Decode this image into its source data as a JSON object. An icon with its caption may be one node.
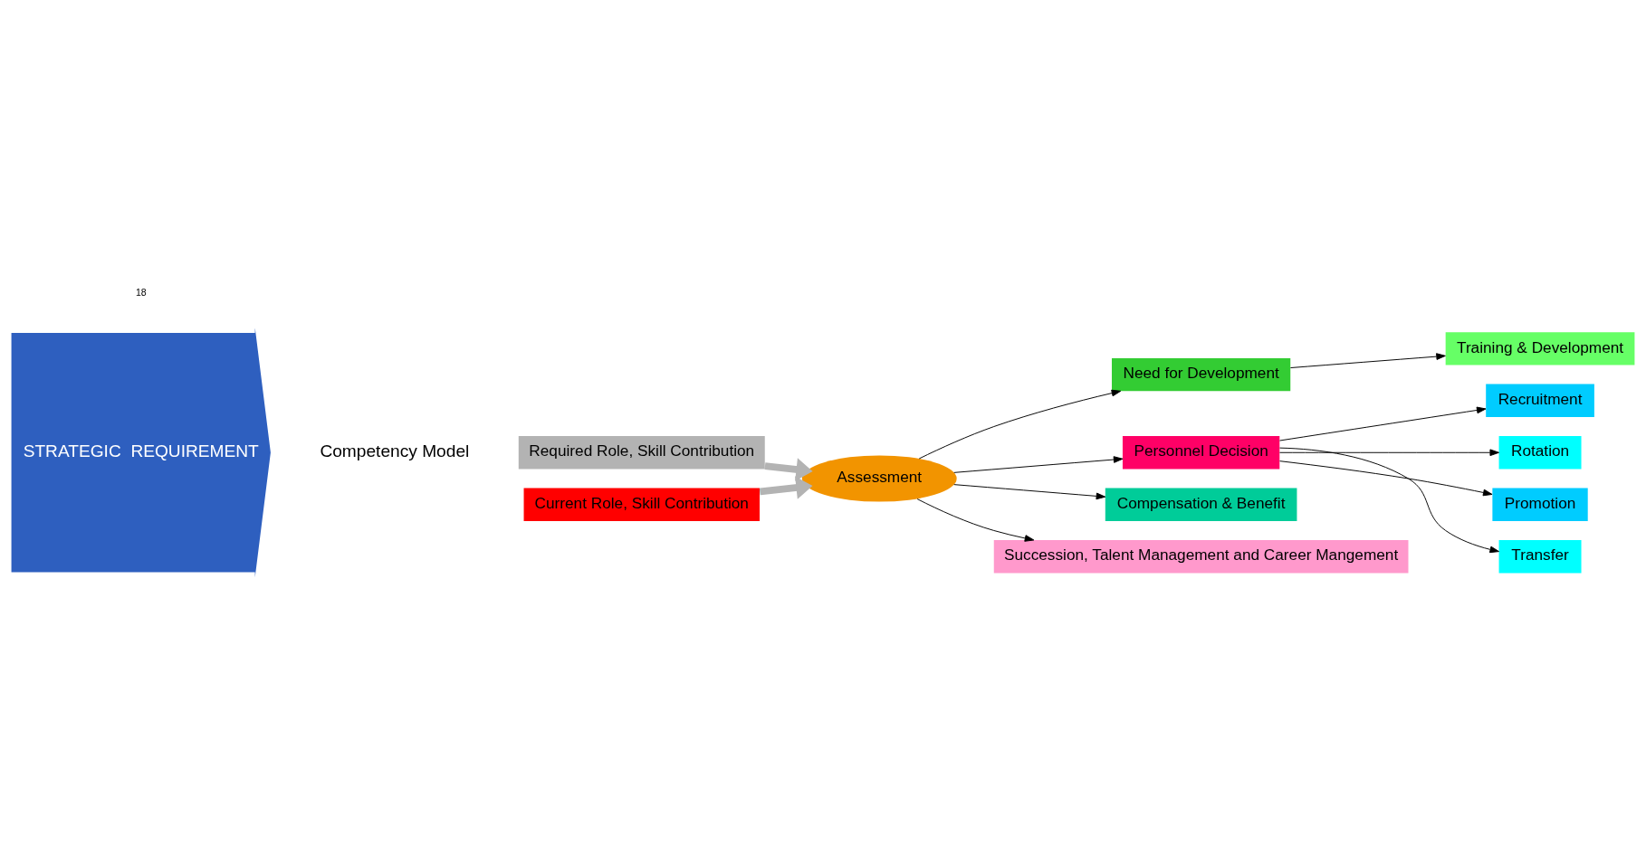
{
  "diagram": {
    "nodes": [
      {
        "text": [
          "STRATEGIC  REQUIREMENT"
        ]
      },
      {
        "text": [
          "Required Role, Skill Contribution"
        ]
      },
      {
        "text": [
          "Assessment"
        ]
      },
      {
        "text": [
          "Current Role, Skill Contribution"
        ]
      },
      {
        "text": [
          "Need for Development"
        ]
      },
      {
        "text": [
          "Training & Development"
        ]
      },
      {
        "text": [
          "Personnel Decision"
        ]
      },
      {
        "text": [
          "Recruitment"
        ]
      },
      {
        "text": [
          "Rotation"
        ]
      },
      {
        "text": [
          "Promotion"
        ]
      },
      {
        "text": [
          "Transfer"
        ]
      },
      {
        "text": [
          "Compensation & Benefit"
        ]
      },
      {
        "text": [
          "Succession, Talent Management and Career Mangement"
        ]
      }
    ],
    "edges": [
      {
        "from": 1,
        "to": 2,
        "arrow": "to",
        "style": "thick",
        "color": "#b3b3b3"
      },
      {
        "from": 3,
        "to": 2,
        "arrow": "to",
        "style": "thick",
        "color": "#b3b3b3"
      },
      {
        "from": 2,
        "to": 4,
        "arrow": "to"
      },
      {
        "from": 2,
        "to": 6,
        "arrow": "to"
      },
      {
        "from": 2,
        "to": 11,
        "arrow": "to"
      },
      {
        "from": 2,
        "to": 12,
        "arrow": "to"
      },
      {
        "from": 4,
        "to": 5,
        "arrow": "to"
      },
      {
        "from": 6,
        "to": 7,
        "arrow": "to"
      },
      {
        "from": 6,
        "to": 8,
        "arrow": "to"
      },
      {
        "from": 6,
        "to": 9,
        "arrow": "to"
      },
      {
        "from": 6,
        "to": 10,
        "arrow": "to"
      }
    ],
    "labels": [
      "Competency Model",
      "18"
    ]
  }
}
